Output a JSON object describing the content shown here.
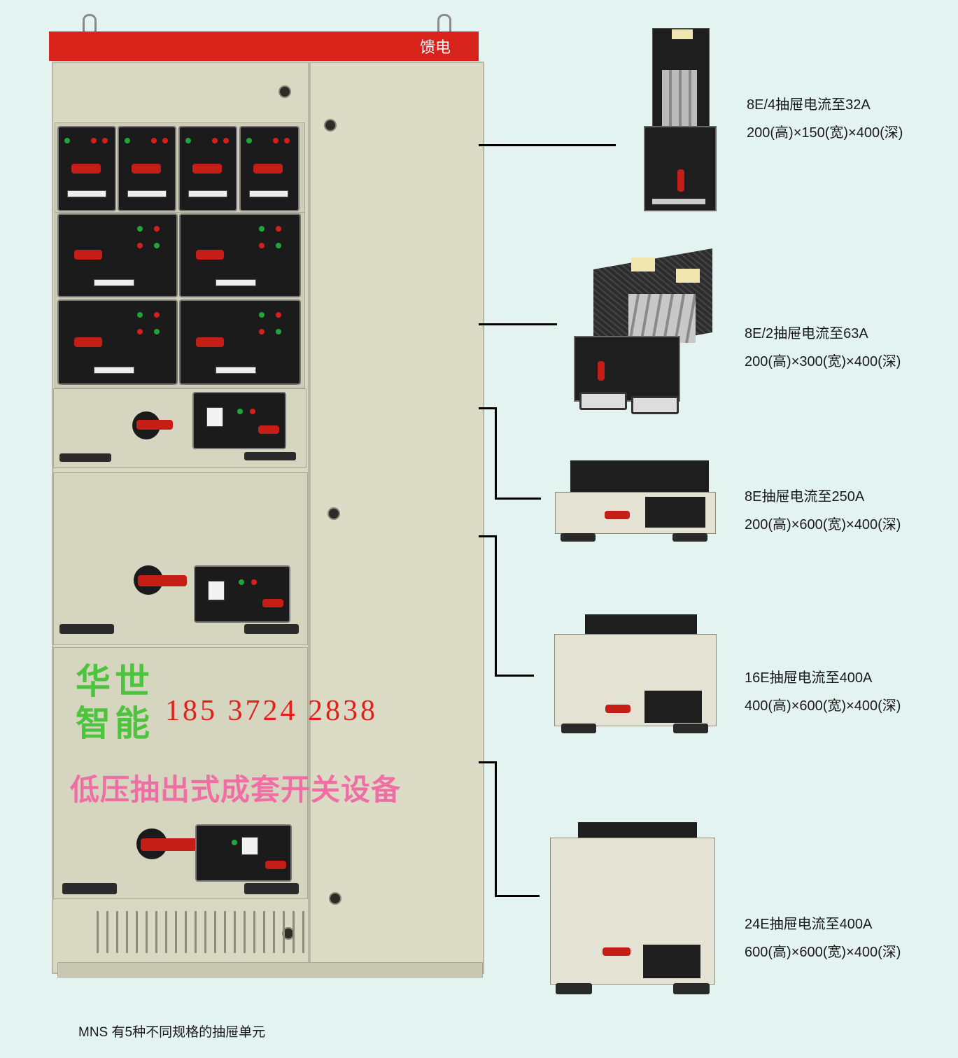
{
  "cabinet": {
    "banner_label": "馈电"
  },
  "watermark": {
    "company_line1": "华世",
    "company_line2": "智能",
    "phone": "185 3724 2838",
    "product": "低压抽出式成套开关设备"
  },
  "drawers": [
    {
      "name": "8E/4抽屉电流至32A",
      "dims": "200(高)×150(宽)×400(深)"
    },
    {
      "name": "8E/2抽屉电流至63A",
      "dims": "200(高)×300(宽)×400(深)"
    },
    {
      "name": "8E抽屉电流至250A",
      "dims": "200(高)×600(宽)×400(深)"
    },
    {
      "name": "16E抽屉电流至400A",
      "dims": "400(高)×600(宽)×400(深)"
    },
    {
      "name": "24E抽屉电流至400A",
      "dims": "600(高)×600(宽)×400(深)"
    }
  ],
  "caption": "MNS 有5种不同规格的抽屉单元",
  "colors": {
    "background": "#e3f3ef",
    "banner": "#d8231b",
    "cabinet": "#d9d8c2",
    "handle": "#c41e16"
  }
}
